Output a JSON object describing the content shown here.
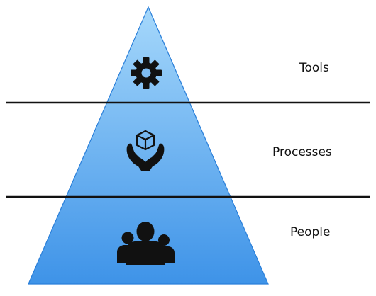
{
  "colors": {
    "pyramid_top": "#a6d8fb",
    "pyramid_bottom": "#3e93e8",
    "pyramid_edge": "#2a7fd9",
    "divider": "#111111",
    "icon": "#111111"
  },
  "tiers": [
    {
      "label": "Tools",
      "icon": "gear-icon"
    },
    {
      "label": "Processes",
      "icon": "hands-holding-cube-icon"
    },
    {
      "label": "People",
      "icon": "group-of-people-icon"
    }
  ]
}
